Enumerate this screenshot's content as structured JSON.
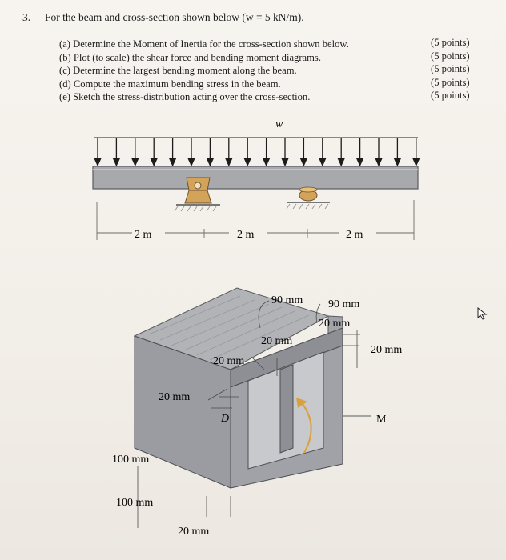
{
  "question": {
    "number": "3.",
    "prompt": "For the beam and cross-section shown below (w = 5 kN/m)."
  },
  "parts": [
    {
      "label": "(a) Determine the Moment of Inertia for the cross-section shown below.",
      "points": "(5 points)"
    },
    {
      "label": "(b) Plot (to scale) the shear force and bending moment diagrams.",
      "points": "(5 points)"
    },
    {
      "label": "(c) Determine the largest bending moment along the beam.",
      "points": "(5 points)"
    },
    {
      "label": "(d) Compute the maximum bending stress in the beam.",
      "points": "(5 points)"
    },
    {
      "label": "(e) Sketch the stress-distribution acting over the cross-section.",
      "points": "(5 points)"
    }
  ],
  "beam": {
    "load_label": "w",
    "spans": [
      "2 m",
      "2 m",
      "2 m"
    ]
  },
  "section": {
    "dims": {
      "top_left_width": "90 mm",
      "top_right_width": "90 mm",
      "right_thickness": "20 mm",
      "web_thickness_top": "20 mm",
      "right_flange_thickness": "20 mm",
      "left_web_thickness": "20 mm",
      "flange_thickness_left": "20 mm",
      "depth_upper": "100 mm",
      "depth_lower": "100 mm",
      "bottom_thickness": "20 mm"
    },
    "point_label": "D",
    "moment_label": "M"
  },
  "colors": {
    "beam_fill": "#a7a9ad",
    "support_fill": "#d4a35a",
    "section_fill": "#9a9ca1",
    "section_dark": "#7c7e83",
    "moment_arrow": "#d9a040"
  }
}
